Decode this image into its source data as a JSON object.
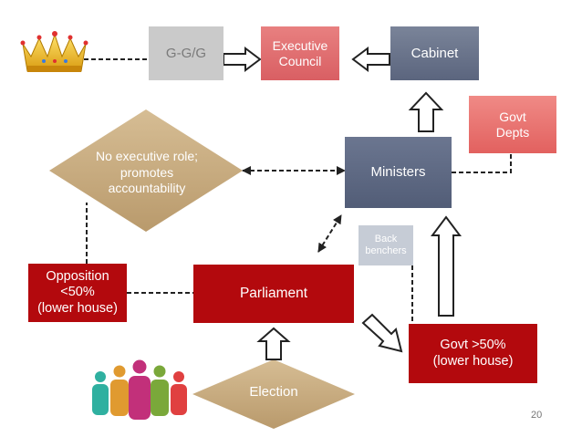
{
  "nodes": {
    "gg": "G-G/G",
    "executive_council": "Executive\nCouncil",
    "cabinet": "Cabinet",
    "govt_depts": "Govt\nDepts",
    "ministers": "Ministers",
    "back_benchers": "Back\nbenchers",
    "opposition": "Opposition\n<50%\n(lower house)",
    "parliament": "Parliament",
    "govt_majority": "Govt >50%\n(lower house)",
    "no_exec_role": "No executive role;\npromotes\naccountability",
    "election": "Election"
  },
  "page_number": "20",
  "icons": {
    "crown": "crown-icon",
    "people": "people-group-icon"
  },
  "colors": {
    "red": "#b3090d",
    "slate": "#5b657e",
    "salmon": "#e2615f",
    "tan": "#c7a97f",
    "grey": "#cacaca"
  }
}
